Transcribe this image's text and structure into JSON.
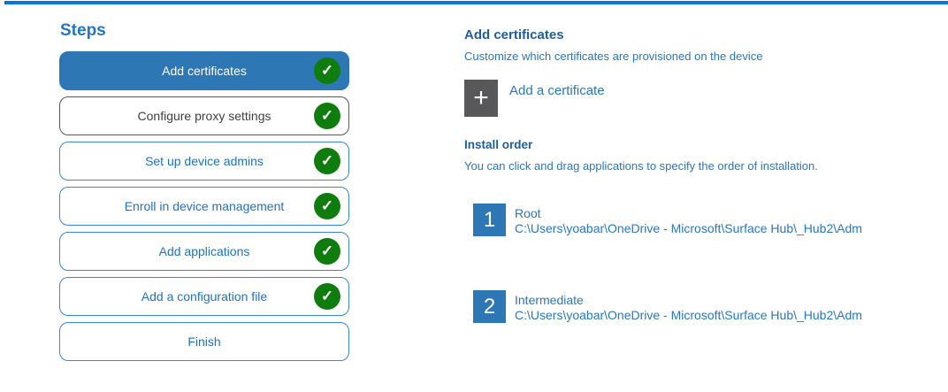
{
  "colors": {
    "accent": "#0078D7",
    "selected_step_fill": "#2E77B5",
    "step_border_blue": "#3B87D3",
    "step_text_blue": "#1F72C3",
    "visited_border_gray": "#58585A",
    "visited_text_gray": "#3F3F3F",
    "check_green": "#0E7D0E",
    "add_box_gray": "#58585B",
    "heading_blue": "#1D5F9E",
    "body_blue": "#2678C2"
  },
  "icons": {
    "check": "✓",
    "plus": "+"
  },
  "steps_panel": {
    "title": "Steps",
    "steps": [
      {
        "label": "Add certificates",
        "state": "selected",
        "checked": true
      },
      {
        "label": "Configure proxy settings",
        "state": "visited",
        "checked": true
      },
      {
        "label": "Set up device admins",
        "state": "default",
        "checked": true
      },
      {
        "label": "Enroll in device management",
        "state": "default",
        "checked": true
      },
      {
        "label": "Add applications",
        "state": "default",
        "checked": true
      },
      {
        "label": "Add a configuration file",
        "state": "default",
        "checked": true
      },
      {
        "label": "Finish",
        "state": "default",
        "checked": false
      }
    ]
  },
  "content": {
    "section_title": "Add certificates",
    "section_subtitle": "Customize which certificates are provisioned on the device",
    "add_certificate_label": "Add a certificate",
    "install_order": {
      "title": "Install order",
      "hint": "You can click and drag applications to specify the order of installation.",
      "items": [
        {
          "number": "1",
          "name": "Root",
          "path": "C:\\Users\\yoabar\\OneDrive - Microsoft\\Surface Hub\\_Hub2\\Adm"
        },
        {
          "number": "2",
          "name": "Intermediate",
          "path": "C:\\Users\\yoabar\\OneDrive - Microsoft\\Surface Hub\\_Hub2\\Adm"
        }
      ]
    }
  }
}
